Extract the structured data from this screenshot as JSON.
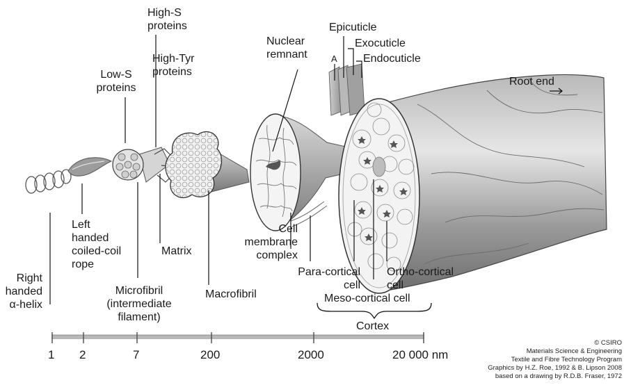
{
  "labels": {
    "high_s_1": "High-S",
    "high_s_2": "proteins",
    "high_tyr_1": "High-Tyr",
    "high_tyr_2": "proteins",
    "low_s_1": "Low-S",
    "low_s_2": "proteins",
    "nuclear_1": "Nuclear",
    "nuclear_2": "remnant",
    "epicuticle": "Epicuticle",
    "a": "A",
    "exocuticle": "Exocuticle",
    "endocuticle": "Endocuticle",
    "root_end": "Root end",
    "left_1": "Left",
    "left_2": "handed",
    "left_3": "coiled-coil",
    "left_4": "rope",
    "matrix": "Matrix",
    "right_1": "Right",
    "right_2": "handed",
    "right_3": "α-helix",
    "microfibril_1": "Microfibril",
    "microfibril_2": "(intermediate",
    "microfibril_3": "filament)",
    "macrofibril": "Macrofibril",
    "cell_1": "Cell",
    "cell_2": "membrane",
    "cell_3": "complex",
    "para_1": "Para-cortical",
    "para_2": "cell",
    "ortho_1": "Ortho-cortical",
    "ortho_2": "cell",
    "meso": "Meso-cortical cell",
    "cortex": "Cortex"
  },
  "scale": {
    "ticks": [
      "1",
      "2",
      "7",
      "200",
      "2000",
      "20 000 nm"
    ]
  },
  "credits": [
    "© CSIRO",
    "Materials Science & Engineering",
    "Textile and Fibre Technology Program",
    "Graphics by H.Z. Roe, 1992 & B. Lipson 2008",
    "based on a drawing by R.D.B. Fraser, 1972"
  ]
}
